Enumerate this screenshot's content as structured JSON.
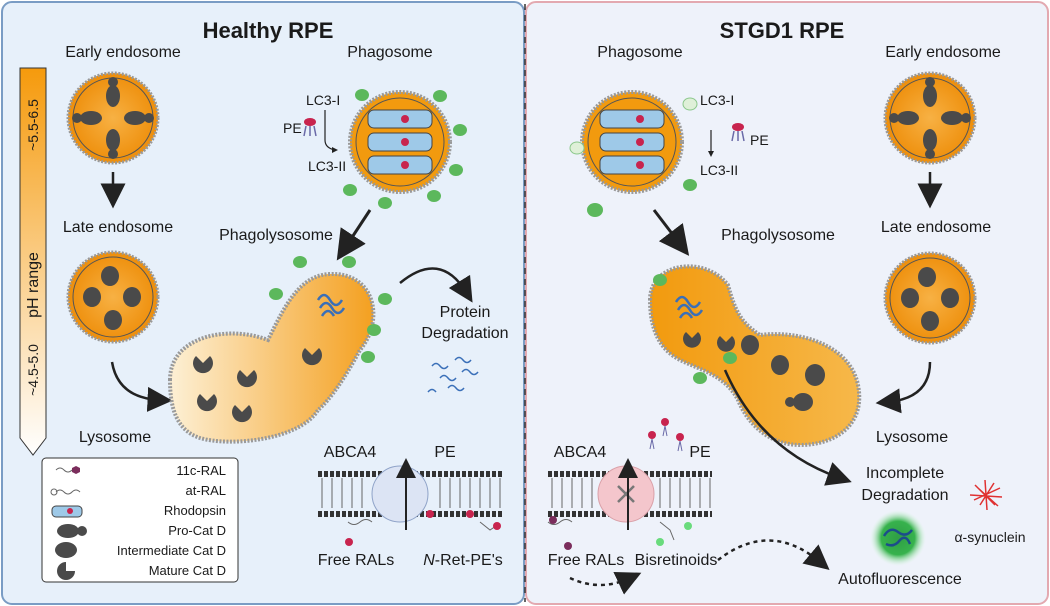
{
  "left_panel": {
    "title": "Healthy RPE",
    "early_endosome": "Early endosome",
    "late_endosome": "Late endosome",
    "lysosome": "Lysosome",
    "phagosome": "Phagosome",
    "phagolysosome": "Phagolysosome",
    "lc3_1": "LC3-I",
    "pe_small": "PE",
    "lc3_2": "LC3-II",
    "protein_degradation_1": "Protein",
    "protein_degradation_2": "Degradation",
    "abca4": "ABCA4",
    "pe_membrane": "PE",
    "free_rals": "Free RALs",
    "nret_pe_prefix": "N",
    "nret_pe_suffix": "-Ret-PE's"
  },
  "right_panel": {
    "title": "STGD1 RPE",
    "phagosome": "Phagosome",
    "early_endosome": "Early endosome",
    "late_endosome": "Late endosome",
    "lysosome": "Lysosome",
    "phagolysosome": "Phagolysosome",
    "lc3_1": "LC3-I",
    "pe_small": "PE",
    "lc3_2": "LC3-II",
    "abca4": "ABCA4",
    "pe_membrane": "PE",
    "free_rals": "Free RALs",
    "bisretinoids": "Bisretinoids",
    "incomplete_1": "Incomplete",
    "incomplete_2": "Degradation",
    "alpha_synuclein": "α-synuclein",
    "autofluorescence": "Autofluorescence"
  },
  "ph_bar": {
    "label": "pH range",
    "upper": "~5.5-6.5",
    "lower": "~4.5-5.0"
  },
  "legend": {
    "items": [
      {
        "icon": "11c-ral-icon",
        "label": "11c-RAL"
      },
      {
        "icon": "at-ral-icon",
        "label": "at-RAL"
      },
      {
        "icon": "rhodopsin-icon",
        "label": "Rhodopsin"
      },
      {
        "icon": "pro-cat-d-icon",
        "label": "Pro-Cat D"
      },
      {
        "icon": "intermediate-cat-d-icon",
        "label": "Intermediate Cat D"
      },
      {
        "icon": "mature-cat-d-icon",
        "label": "Mature Cat D"
      }
    ]
  },
  "colors": {
    "left_bg": "#e8f1fa",
    "right_bg": "#eef2fa",
    "organelle": "#f29a0e",
    "organelle_light": "#fbd999",
    "lc3_green": "#5cb85c",
    "lc3_light": "#dff0d8",
    "ral_red": "#c8244e",
    "cat_d": "#4a4a4a",
    "autofluor": "#2b8a3e"
  }
}
